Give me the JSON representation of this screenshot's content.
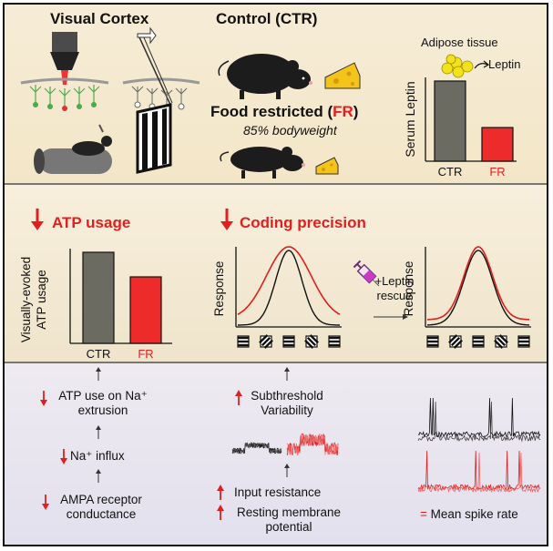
{
  "panel1": {
    "visual_cortex_title": "Visual Cortex",
    "control_title": "Control (CTR)",
    "fr_title_prefix": "Food restricted (",
    "fr_title_red": "FR",
    "fr_title_suffix": ")",
    "fr_subtitle": "85% bodyweight",
    "adipose_label": "Adipose tissue",
    "leptin_label": "Leptin",
    "leptin_chart": {
      "type": "bar",
      "ylabel": "Serum Leptin",
      "categories": [
        "CTR",
        "FR"
      ],
      "values": [
        1.0,
        0.42
      ],
      "colors": [
        "#6b6b62",
        "#ee2b2b"
      ]
    }
  },
  "panel2": {
    "atp_title": "ATP usage",
    "coding_title": "Coding precision",
    "atp_chart": {
      "type": "bar",
      "ylabel_line1": "Visually-evoked",
      "ylabel_line2": "ATP usage",
      "categories": [
        "CTR",
        "FR"
      ],
      "values": [
        1.0,
        0.73
      ],
      "colors": [
        "#6b6b62",
        "#ee2b2b"
      ]
    },
    "tuning_chart": {
      "type": "line",
      "ylabel": "Response",
      "series": [
        {
          "color": "#111111",
          "width": 0.85
        },
        {
          "color": "#e02020",
          "width": 1.45
        }
      ]
    },
    "rescue_label1": "+Leptin",
    "rescue_label2": "rescue",
    "rescue_chart": {
      "type": "line",
      "ylabel": "Response",
      "series": [
        {
          "color": "#111111",
          "width": 1.0
        },
        {
          "color": "#e02020",
          "width": 1.0
        }
      ]
    }
  },
  "panel3": {
    "atp_na_line1": "ATP use on Na⁺",
    "atp_na_line2": "extrusion",
    "na_influx": "Na⁺ influx",
    "ampa_line1": "AMPA receptor",
    "ampa_line2": "conductance",
    "subthreshold_line1": "Subthreshold",
    "subthreshold_line2": "Variability",
    "input_resistance": "Input resistance",
    "resting_line1": "Resting membrane",
    "resting_line2": "potential",
    "equals_sign": "=",
    "mean_spike_rate": "Mean spike rate"
  },
  "colors": {
    "accent_red": "#e02020",
    "ctr_gray": "#6b6b62"
  }
}
